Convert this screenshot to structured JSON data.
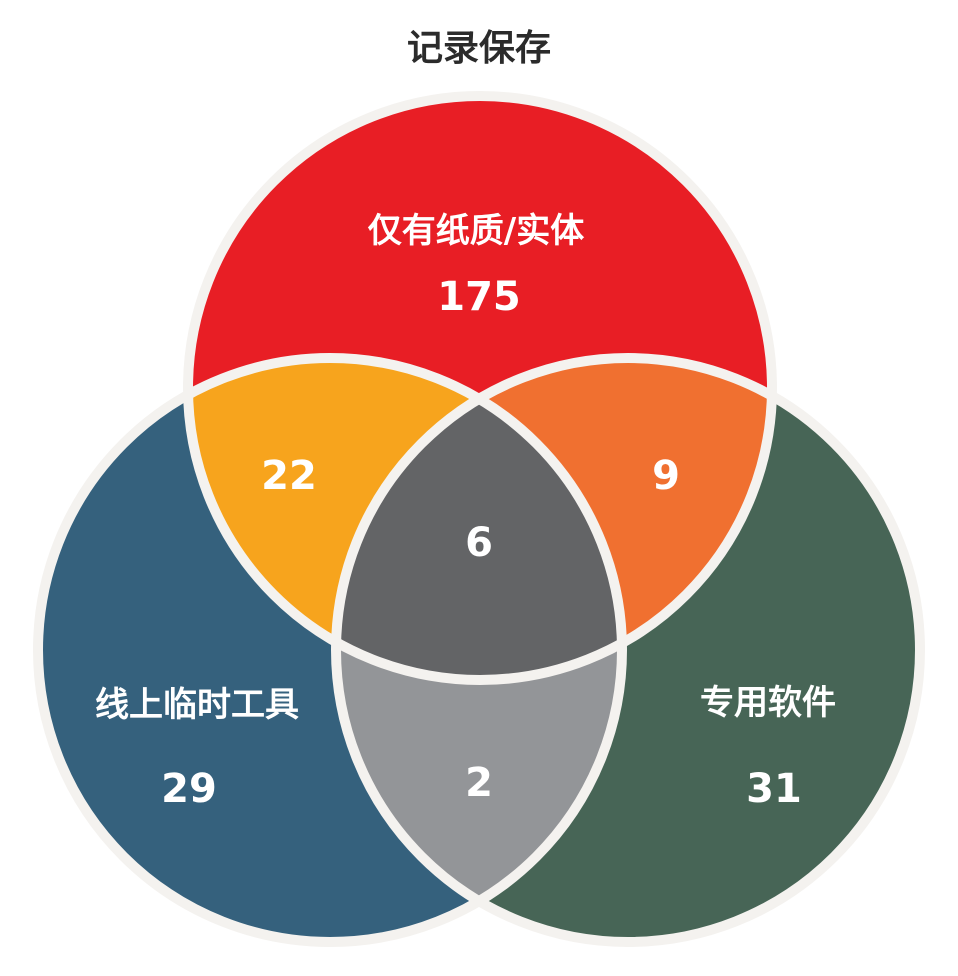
{
  "title": "记录保存",
  "sets": {
    "paper": {
      "label": "仅有纸质/实体",
      "count": "175",
      "color": "#E81E25"
    },
    "online": {
      "label": "线上临时工具",
      "count": "29",
      "color": "#35617D"
    },
    "software": {
      "label": "专用软件",
      "count": "31",
      "color": "#476556"
    }
  },
  "intersections": {
    "paper_online": {
      "count": "22",
      "color": "#F7A41D"
    },
    "paper_software": {
      "count": "9",
      "color": "#F07030"
    },
    "online_software": {
      "count": "2",
      "color": "#939598"
    },
    "all_three": {
      "count": "6",
      "color": "#636466"
    }
  },
  "outline_color": "#F4F2EF"
}
